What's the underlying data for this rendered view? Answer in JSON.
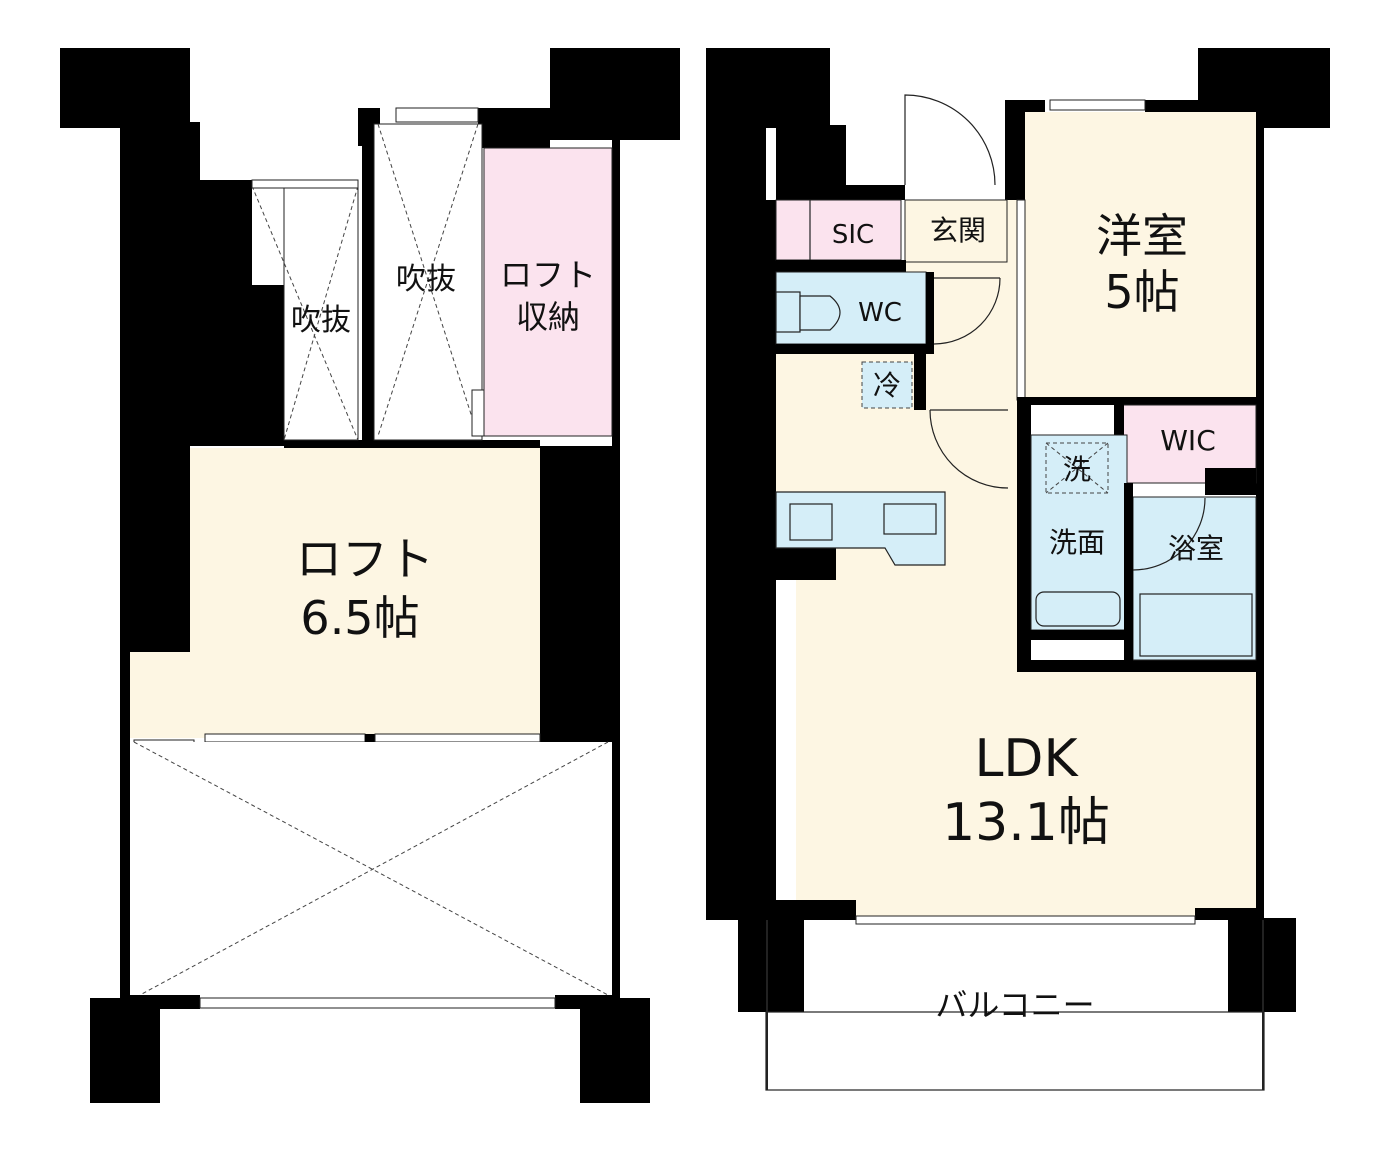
{
  "loft_floor": {
    "void_left": "吹抜",
    "void_right": "吹抜",
    "loft_storage": [
      "ロフト",
      "収納"
    ],
    "loft_room": {
      "name": "ロフト",
      "size": "6.5帖"
    }
  },
  "main_floor": {
    "sic": "SIC",
    "entrance": "玄関",
    "wc": "WC",
    "fridge": "冷",
    "western_room": {
      "name": "洋室",
      "size": "5帖"
    },
    "wic": "WIC",
    "washer": "洗",
    "washroom": "洗面",
    "bathroom": "浴室",
    "ldk": {
      "name": "LDK",
      "size": "13.1帖"
    },
    "balcony": "バルコニー"
  },
  "colors": {
    "wall": "#000000",
    "room_cream": "#fdf6e3",
    "wet_blue": "#d5eef8",
    "storage_pink": "#fbe3ee",
    "void_white": "#ffffff"
  }
}
